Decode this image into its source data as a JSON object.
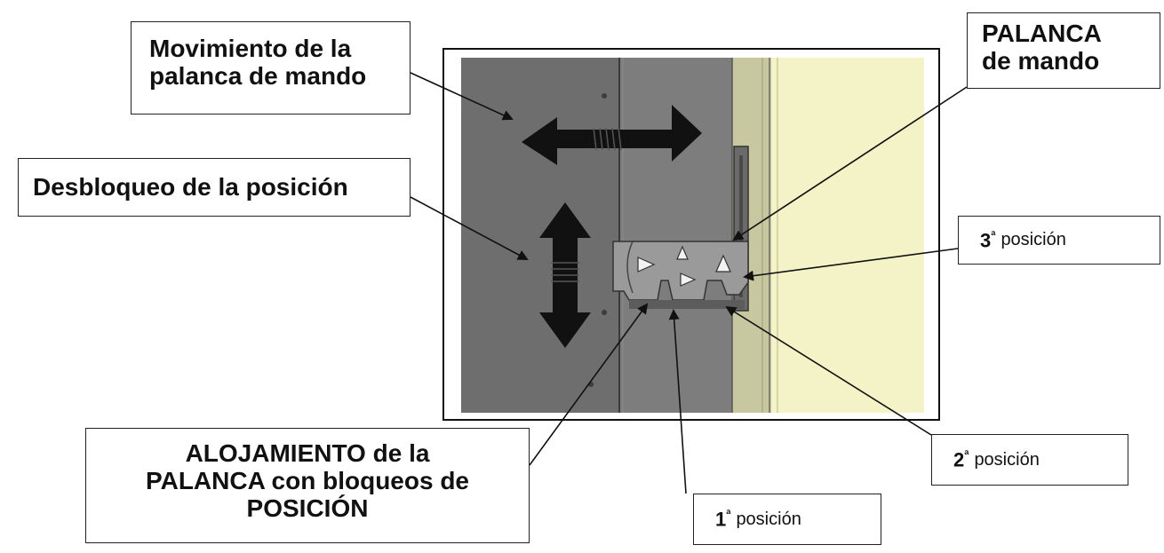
{
  "callouts": {
    "movement": {
      "lines": [
        "Movimiento de la",
        "palanca de mando"
      ]
    },
    "unlock": {
      "text": "Desbloqueo de la posición"
    },
    "lever": {
      "lines": [
        "PALANCA",
        "de mando"
      ]
    },
    "housing": {
      "line1": "ALOJAMIENTO de la",
      "line2": "PALANCA con bloqueos de",
      "line3": "POSICIÓN"
    },
    "pos3": {
      "num": "3",
      "ord": "ª",
      "word": "posición"
    },
    "pos2": {
      "num": "2",
      "ord": "ª",
      "word": "posición"
    },
    "pos1": {
      "num": "1",
      "ord": "ª",
      "word": "posición"
    }
  },
  "colors": {
    "panel_dark": "#6f6f6f",
    "panel_mid": "#7c7c7c",
    "panel_light_strip": "#c9c9a0",
    "panel_yellow": "#f4f3c8",
    "arrow": "#111111",
    "leader": "#111111"
  },
  "icons": [
    "double-arrow-horizontal",
    "double-arrow-vertical"
  ]
}
